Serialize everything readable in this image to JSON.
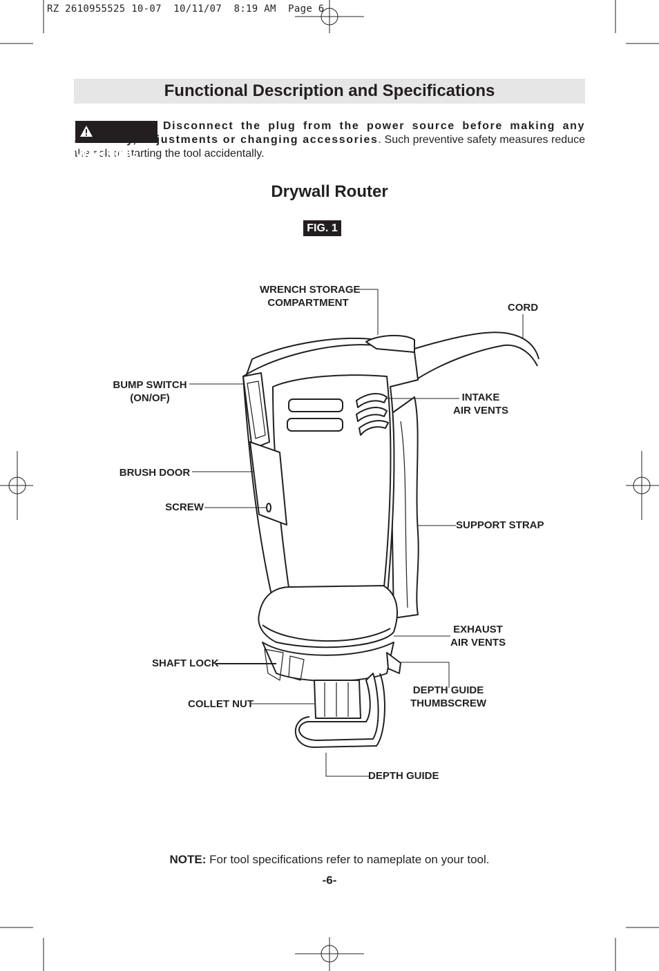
{
  "slug_line": "RZ 2610955525 10-07  10/11/07  8:19 AM  Page 6",
  "header": {
    "title": "Functional Description and Specifications"
  },
  "warning": {
    "badge": "WARNING",
    "bold_text": "Disconnect the plug from the power source before making any assembly, adjustments or changing accessories",
    "normal_text": ".  Such preventive safety measures reduce the risk of starting the tool accidentally."
  },
  "section": {
    "title": "Drywall Router",
    "figure": "FIG. 1"
  },
  "labels": {
    "wrench_storage": [
      "WRENCH STORAGE",
      "COMPARTMENT"
    ],
    "cord": "CORD",
    "bump_switch": [
      "BUMP SWITCH",
      "(ON/OF)"
    ],
    "intake_air_vents": [
      "INTAKE",
      "AIR VENTS"
    ],
    "brush_door": "BRUSH DOOR",
    "screw": "SCREW",
    "support_strap": "SUPPORT STRAP",
    "exhaust_air_vents": [
      "EXHAUST",
      "AIR VENTS"
    ],
    "shaft_lock": "SHAFT LOCK",
    "depth_guide_thumbscrew": [
      "DEPTH GUIDE",
      "THUMBSCREW"
    ],
    "collet_nut": "COLLET NUT",
    "depth_guide": "DEPTH GUIDE"
  },
  "note": {
    "label": "NOTE:",
    "text": " For tool specifications refer to nameplate on your tool."
  },
  "page_number": "-6-"
}
